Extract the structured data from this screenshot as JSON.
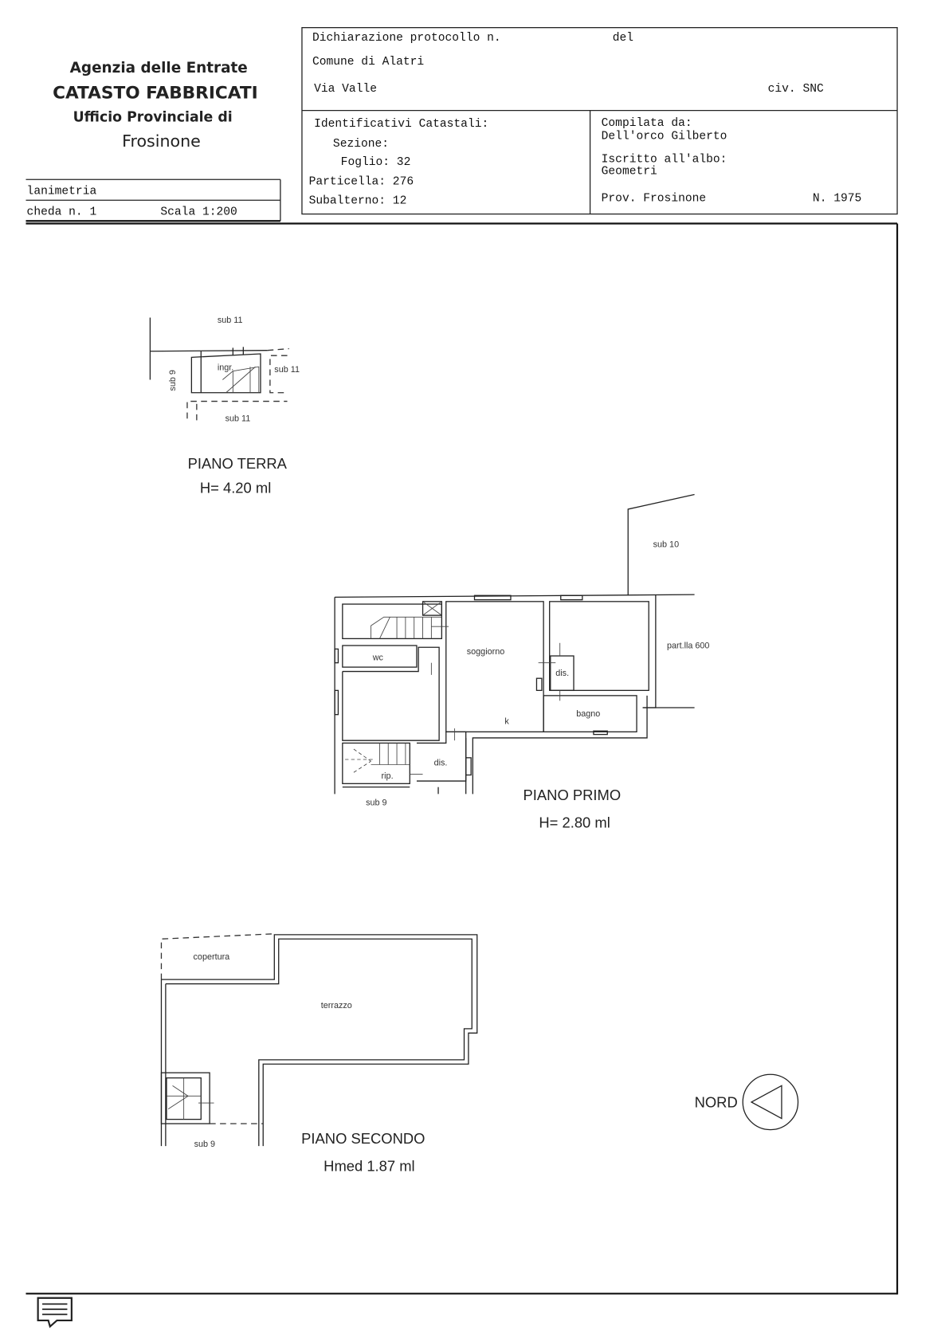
{
  "agency": {
    "line1": "Agenzia delle Entrate",
    "line2": "CATASTO FABBRICATI",
    "line3": "Ufficio Provinciale di",
    "line4": "Frosinone"
  },
  "doc_box": {
    "type": "lanimetria",
    "scheda": "cheda n. 1",
    "scala": "Scala 1:200"
  },
  "header": {
    "protocollo": "Dichiarazione protocollo n.",
    "del": "del",
    "comune": "Comune di Alatri",
    "via": "Via Valle",
    "civ": "civ. SNC"
  },
  "identificativi": {
    "title": "Identificativi Catastali:",
    "sezione": "Sezione:",
    "foglio": "Foglio: 32",
    "particella": "Particella: 276",
    "subalterno": "Subalterno: 12"
  },
  "compilata": {
    "label": "Compilata da:",
    "name": "Dell'orco Gilberto",
    "albo_label": "Iscritto all'albo:",
    "albo": "Geometri",
    "prov": "Prov. Frosinone",
    "numero": "N. 1975"
  },
  "piano_terra": {
    "title": "PIANO TERRA",
    "height": "H= 4.20 ml",
    "labels": {
      "sub11_top": "sub 11",
      "sub11_right": "sub 11",
      "sub11_bottom": "sub 11",
      "sub9": "sub 9",
      "ingr": "ingr."
    }
  },
  "piano_primo": {
    "title": "PIANO PRIMO",
    "height": "H= 2.80 ml",
    "labels": {
      "sub10": "sub 10",
      "partlla": "part.lla 600",
      "soggiorno": "soggiorno",
      "wc": "wc",
      "dis1": "dis.",
      "bagno": "bagno",
      "k": "k",
      "dis2": "dis.",
      "rip": "rip.",
      "sub9": "sub 9"
    }
  },
  "piano_secondo": {
    "title": "PIANO SECONDO",
    "height": "Hmed  1.87 ml",
    "labels": {
      "copertura": "copertura",
      "terrazzo": "terrazzo",
      "sub9": "sub 9"
    }
  },
  "north": {
    "label": "NORD"
  },
  "icons": {
    "bottom_left": "comment-list-icon"
  }
}
